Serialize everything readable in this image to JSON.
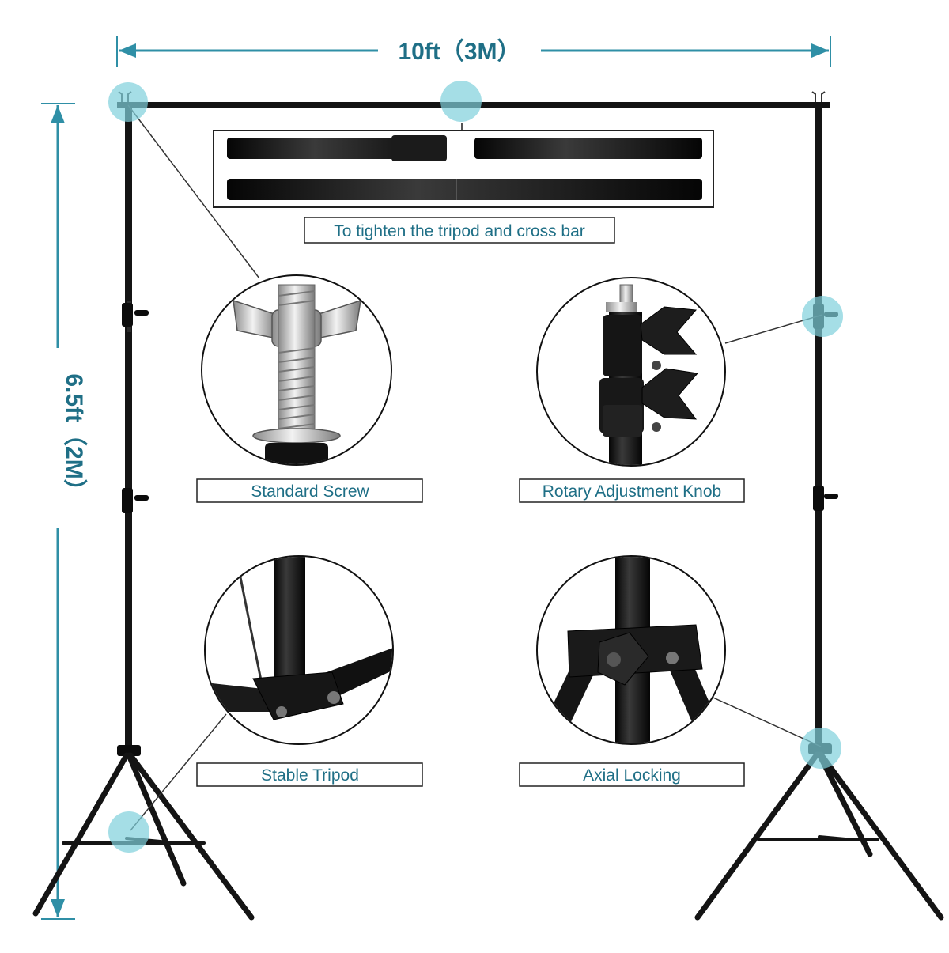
{
  "dimensions": {
    "width_label": "10ft（3M）",
    "height_label": "6.5ft（2M）"
  },
  "crossbar_caption": "To tighten the tripod and cross bar",
  "callouts": {
    "standard_screw": "Standard Screw",
    "rotary_knob": "Rotary Adjustment Knob",
    "stable_tripod": "Stable Tripod",
    "axial_locking": "Axial Locking"
  },
  "colors": {
    "accent": "#2f8fa6",
    "highlight": "#7fd0dc",
    "caption_text": "#1f6f86",
    "stand": "#141414"
  }
}
